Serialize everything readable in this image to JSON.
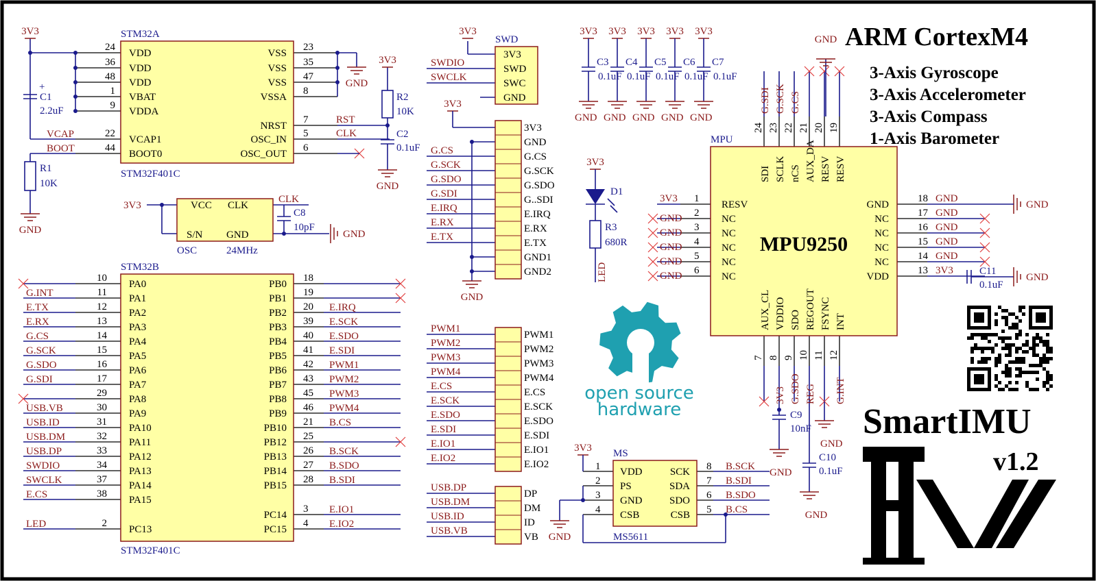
{
  "title": {
    "main": "ARM CortexM4",
    "features": [
      "3-Axis Gyroscope",
      "3-Axis Accelerometer",
      "3-Axis Compass",
      "1-Axis Barometer"
    ],
    "product": "SmartIMU",
    "version": "v1.2"
  },
  "power": {
    "vcc": "3V3",
    "gnd": "GND"
  },
  "stm32a": {
    "designator": "STM32A",
    "part": "STM32F401C",
    "left_pins": [
      {
        "num": "24",
        "name": "VDD"
      },
      {
        "num": "36",
        "name": "VDD"
      },
      {
        "num": "48",
        "name": "VDD"
      },
      {
        "num": "1",
        "name": "VBAT"
      },
      {
        "num": "9",
        "name": "VDDA"
      },
      {
        "num": "22",
        "name": "VCAP1",
        "net": "VCAP"
      },
      {
        "num": "44",
        "name": "BOOT0",
        "net": "BOOT"
      }
    ],
    "right_pins": [
      {
        "num": "23",
        "name": "VSS"
      },
      {
        "num": "35",
        "name": "VSS"
      },
      {
        "num": "47",
        "name": "VSS"
      },
      {
        "num": "8",
        "name": "VSSA"
      },
      {
        "num": "7",
        "name": "NRST",
        "net": "RST"
      },
      {
        "num": "5",
        "name": "OSC_IN",
        "net": "CLK"
      },
      {
        "num": "6",
        "name": "OSC_OUT"
      }
    ]
  },
  "stm32b": {
    "designator": "STM32B",
    "part": "STM32F401C",
    "left_pins": [
      {
        "num": "10",
        "name": "PA0",
        "net": ""
      },
      {
        "num": "11",
        "name": "PA1",
        "net": "G.INT"
      },
      {
        "num": "12",
        "name": "PA2",
        "net": "E.TX"
      },
      {
        "num": "13",
        "name": "PA3",
        "net": "E.RX"
      },
      {
        "num": "14",
        "name": "PA4",
        "net": "G.CS"
      },
      {
        "num": "15",
        "name": "PA5",
        "net": "G.SCK"
      },
      {
        "num": "16",
        "name": "PA6",
        "net": "G.SDO"
      },
      {
        "num": "17",
        "name": "PA7",
        "net": "G.SDI"
      },
      {
        "num": "29",
        "name": "PA8",
        "net": ""
      },
      {
        "num": "30",
        "name": "PA9",
        "net": "USB.VB"
      },
      {
        "num": "31",
        "name": "PA10",
        "net": "USB.ID"
      },
      {
        "num": "32",
        "name": "PA11",
        "net": "USB.DM"
      },
      {
        "num": "33",
        "name": "PA12",
        "net": "USB.DP"
      },
      {
        "num": "34",
        "name": "PA13",
        "net": "SWDIO"
      },
      {
        "num": "37",
        "name": "PA14",
        "net": "SWCLK"
      },
      {
        "num": "38",
        "name": "PA15",
        "net": "E.CS"
      },
      {
        "num": "2",
        "name": "PC13",
        "net": "LED"
      }
    ],
    "right_pins": [
      {
        "num": "18",
        "name": "PB0",
        "net": ""
      },
      {
        "num": "19",
        "name": "PB1",
        "net": ""
      },
      {
        "num": "20",
        "name": "PB2",
        "net": "E.IRQ"
      },
      {
        "num": "39",
        "name": "PB3",
        "net": "E.SCK"
      },
      {
        "num": "40",
        "name": "PB4",
        "net": "E.SDO"
      },
      {
        "num": "41",
        "name": "PB5",
        "net": "E.SDI"
      },
      {
        "num": "42",
        "name": "PB6",
        "net": "PWM1"
      },
      {
        "num": "43",
        "name": "PB7",
        "net": "PWM2"
      },
      {
        "num": "45",
        "name": "PB8",
        "net": "PWM3"
      },
      {
        "num": "46",
        "name": "PB9",
        "net": "PWM4"
      },
      {
        "num": "21",
        "name": "PB10",
        "net": "B.CS"
      },
      {
        "num": "25",
        "name": "PB12",
        "net": ""
      },
      {
        "num": "26",
        "name": "PB13",
        "net": "B.SCK"
      },
      {
        "num": "27",
        "name": "PB14",
        "net": "B.SDO"
      },
      {
        "num": "28",
        "name": "PB15",
        "net": "B.SDI"
      },
      {
        "num": "3",
        "name": "PC14",
        "net": "E.IO1"
      },
      {
        "num": "4",
        "name": "PC15",
        "net": "E.IO2"
      }
    ]
  },
  "passives": {
    "C1": {
      "ref": "C1",
      "value": "2.2uF"
    },
    "R1": {
      "ref": "R1",
      "value": "10K"
    },
    "R2": {
      "ref": "R2",
      "value": "10K"
    },
    "C2": {
      "ref": "C2",
      "value": "0.1uF"
    },
    "C8": {
      "ref": "C8",
      "value": "10pF"
    },
    "R3": {
      "ref": "R3",
      "value": "680R"
    },
    "D1": {
      "ref": "D1",
      "net": "LED"
    },
    "C9": {
      "ref": "C9",
      "value": "10nF"
    },
    "C10": {
      "ref": "C10",
      "value": "0.1uF"
    },
    "C11": {
      "ref": "C11",
      "value": "0.1uF"
    },
    "decoupling": [
      {
        "ref": "C3",
        "value": "0.1uF"
      },
      {
        "ref": "C4",
        "value": "0.1uF"
      },
      {
        "ref": "C5",
        "value": "0.1uF"
      },
      {
        "ref": "C6",
        "value": "0.1uF"
      },
      {
        "ref": "C7",
        "value": "0.1uF"
      }
    ]
  },
  "osc": {
    "ref": "OSC",
    "freq": "24MHz",
    "pins": [
      "VCC",
      "CLK",
      "S/N",
      "GND"
    ],
    "net": "CLK"
  },
  "swd": {
    "ref": "SWD",
    "pins": [
      "3V3",
      "SWD",
      "SWC",
      "GND"
    ],
    "nets": [
      "SWDIO",
      "SWCLK"
    ]
  },
  "ext_header": {
    "pins": [
      "3V3",
      "GND",
      "G.CS",
      "G.SCK",
      "G.SDO",
      "G..SDI",
      "E.IRQ",
      "E.RX",
      "E.TX",
      "GND1",
      "GND2"
    ],
    "nets": [
      "G.CS",
      "G.SCK",
      "G.SDO",
      "G.SDI",
      "E.IRQ",
      "E.RX",
      "E.TX"
    ]
  },
  "pwm_header": {
    "pins": [
      "PWM1",
      "PWM2",
      "PWM3",
      "PWM4",
      "E.CS",
      "E.SCK",
      "E.SDO",
      "E.SDI",
      "E.IO1",
      "E.IO2"
    ],
    "nets": [
      "PWM1",
      "PWM2",
      "PWM3",
      "PWM4",
      "E.CS",
      "E.SCK",
      "E.SDO",
      "E.SDI",
      "E.IO1",
      "E.IO2"
    ]
  },
  "usb_header": {
    "pins": [
      "DP",
      "DM",
      "ID",
      "VB"
    ],
    "nets": [
      "USB.DP",
      "USB.DM",
      "USB.ID",
      "USB.VB"
    ]
  },
  "ms5611": {
    "ref": "MS",
    "part": "MS5611",
    "left_pins": [
      {
        "num": "1",
        "name": "VDD"
      },
      {
        "num": "2",
        "name": "PS"
      },
      {
        "num": "3",
        "name": "GND"
      },
      {
        "num": "4",
        "name": "CSB"
      }
    ],
    "right_pins": [
      {
        "num": "8",
        "name": "SCK",
        "net": "B.SCK"
      },
      {
        "num": "7",
        "name": "SDA",
        "net": "B.SDI"
      },
      {
        "num": "6",
        "name": "SDO",
        "net": "B.SDO"
      },
      {
        "num": "5",
        "name": "CSB",
        "net": "B.CS"
      }
    ]
  },
  "mpu": {
    "ref": "MPU",
    "part": "MPU9250",
    "top_pins": [
      {
        "num": "24",
        "name": "SDI",
        "net": "G.SDI"
      },
      {
        "num": "23",
        "name": "SCLK",
        "net": "G.SCK"
      },
      {
        "num": "22",
        "name": "nCS",
        "net": "G.CS"
      },
      {
        "num": "21",
        "name": "AUX_DA",
        "net": ""
      },
      {
        "num": "20",
        "name": "RESV",
        "net": ""
      },
      {
        "num": "19",
        "name": "RESV",
        "net": ""
      }
    ],
    "left_pins": [
      {
        "num": "1",
        "name": "RESV",
        "net": "3V3"
      },
      {
        "num": "2",
        "name": "NC",
        "net": "GND"
      },
      {
        "num": "3",
        "name": "NC",
        "net": "GND"
      },
      {
        "num": "4",
        "name": "NC",
        "net": "GND"
      },
      {
        "num": "5",
        "name": "NC",
        "net": "GND"
      },
      {
        "num": "6",
        "name": "NC",
        "net": "GND"
      }
    ],
    "right_pins": [
      {
        "num": "18",
        "name": "GND",
        "net": "GND"
      },
      {
        "num": "17",
        "name": "NC",
        "net": "GND"
      },
      {
        "num": "16",
        "name": "NC",
        "net": "GND"
      },
      {
        "num": "15",
        "name": "NC",
        "net": "GND"
      },
      {
        "num": "14",
        "name": "NC",
        "net": "GND"
      },
      {
        "num": "13",
        "name": "VDD",
        "net": "3V3"
      }
    ],
    "bottom_pins": [
      {
        "num": "7",
        "name": "AUX_CL",
        "net": ""
      },
      {
        "num": "8",
        "name": "VDDIO",
        "net": "3V3"
      },
      {
        "num": "9",
        "name": "SDO",
        "net": "G.SDO"
      },
      {
        "num": "10",
        "name": "REGOUT",
        "net": "REG"
      },
      {
        "num": "11",
        "name": "FSYNC",
        "net": ""
      },
      {
        "num": "12",
        "name": "INT",
        "net": "G.INT"
      }
    ]
  },
  "oshw": {
    "line1": "open source",
    "line2": "hardware"
  },
  "colors": {
    "net_wire": "#1a1a8c",
    "component": "#8b1a1a",
    "chip_fill": "#ffffa5",
    "oshw": "#1fa0b0",
    "no_connect": "#e04040"
  }
}
